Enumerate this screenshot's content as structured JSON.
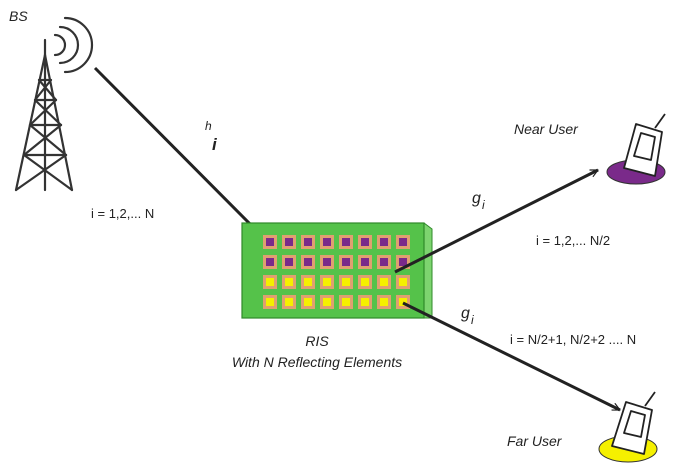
{
  "labels": {
    "bs": "BS",
    "h_symbol": "h",
    "h_sub": "i",
    "bs_index": "i = 1,2,... N",
    "near_user": "Near User",
    "far_user": "Far User",
    "g_near_symbol": "g",
    "g_near_sub": "i",
    "g_far_symbol": "g",
    "g_far_sub": "i",
    "near_index": "i = 1,2,... N/2",
    "far_index": "i =  N/2+1, N/2+2 .... N",
    "ris_title": "RIS",
    "ris_subtitle": "With N Reflecting Elements"
  },
  "ris": {
    "columns": 8,
    "near_rows": 2,
    "far_rows": 2
  },
  "colors": {
    "ris_board": "#55c24a",
    "ris_board_edge": "#2f8a2a",
    "element_near_outer": "#e0a070",
    "element_near_inner": "#7a2a8a",
    "element_far_outer": "#e0a070",
    "element_far_inner": "#f5f000",
    "near_user_base": "#7a2a8a",
    "far_user_base": "#f5f000",
    "arrow": "#222222",
    "tower": "#333333"
  },
  "icons": {
    "bs": "cell-tower-icon",
    "near_user": "mobile-phone-icon",
    "far_user": "mobile-phone-icon"
  }
}
